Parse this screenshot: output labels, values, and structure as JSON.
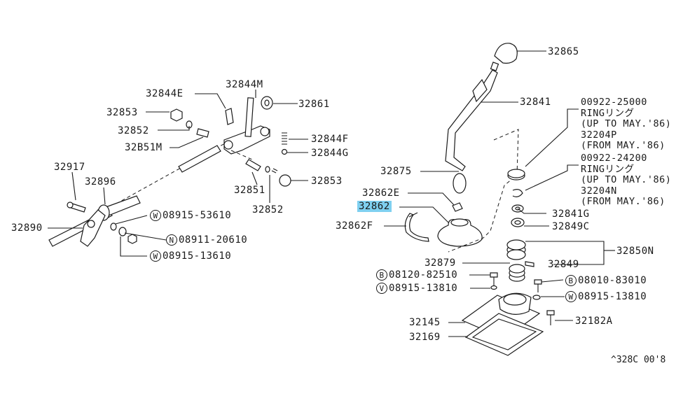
{
  "diagram": {
    "reference_code": "^328C 00'8",
    "highlight_color": "#7fd0f0",
    "left_parts": {
      "p32844E": "32844E",
      "p32844M": "32844M",
      "p32861": "32861",
      "p32853_top": "32853",
      "p32852_top": "32852",
      "p32844F": "32844F",
      "p32851M": "32B51M",
      "p32844G": "32844G",
      "p32917": "32917",
      "p32896": "32896",
      "p32851": "32851",
      "p32853_low": "32853",
      "p32852_low": "32852",
      "p32890": "32890"
    },
    "left_fasteners": {
      "w1": {
        "prefix": "W",
        "number": "08915-53610"
      },
      "n1": {
        "prefix": "N",
        "number": "08911-20610"
      },
      "w2": {
        "prefix": "W",
        "number": "08915-13610"
      }
    },
    "right_parts": {
      "p32865": "32865",
      "p32841": "32841",
      "p32875": "32875",
      "p32862E": "32862E",
      "p32862": "32862",
      "p32862F": "32862F",
      "p32841G": "32841G",
      "p32849C": "32849C",
      "p32850N": "32850N",
      "p32849": "32849",
      "p32879": "32879",
      "p32145": "32145",
      "p32169": "32169",
      "p32182A": "32182A"
    },
    "right_fasteners": {
      "b1": {
        "prefix": "B",
        "number": "08120-82510"
      },
      "v1": {
        "prefix": "V",
        "number": "08915-13810"
      },
      "b2": {
        "prefix": "B",
        "number": "08010-83010"
      },
      "w3": {
        "prefix": "W",
        "number": "08915-13810"
      }
    },
    "ring_notes": {
      "note1": "00922-25000\nRINGリング\n(UP TO MAY.'86)\n32204P\n(FROM MAY.'86)",
      "note2": "00922-24200\nRINGリング\n(UP TO MAY.'86)\n32204N\n(FROM MAY.'86)"
    }
  }
}
